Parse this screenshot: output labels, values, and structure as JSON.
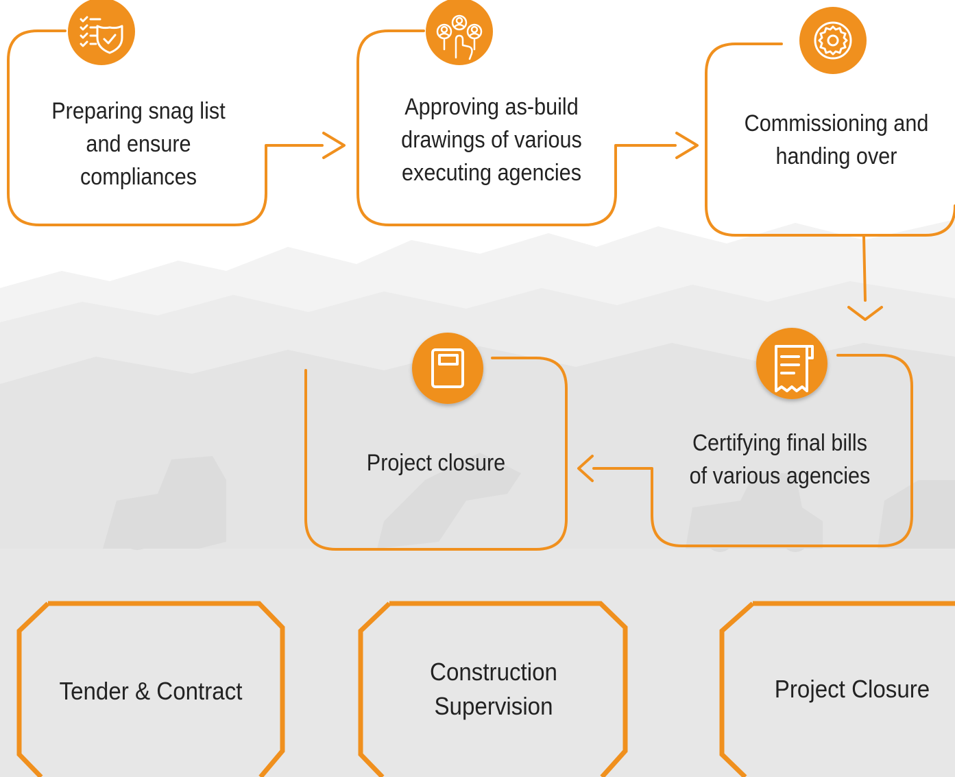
{
  "colors": {
    "accent": "#F0901E",
    "text": "#222222",
    "background": "#E9E9E9"
  },
  "steps": [
    {
      "lines": [
        "Preparing snag list",
        "and ensure",
        "compliances"
      ],
      "icon": "checklist-shield-icon"
    },
    {
      "lines": [
        "Approving as-build",
        "drawings of various",
        "executing agencies"
      ],
      "icon": "people-touch-icon"
    },
    {
      "lines": [
        "Commissioning and",
        "handing over"
      ],
      "icon": "gear-cycle-icon"
    },
    {
      "lines": [
        "Certifying final bills",
        "of various agencies"
      ],
      "icon": "receipt-icon"
    },
    {
      "lines": [
        "Project closure"
      ],
      "icon": "book-icon"
    }
  ],
  "phases": [
    {
      "lines": [
        "Tender & Contract"
      ]
    },
    {
      "lines": [
        "Construction",
        "Supervision"
      ]
    },
    {
      "lines": [
        "Project Closure"
      ]
    }
  ]
}
